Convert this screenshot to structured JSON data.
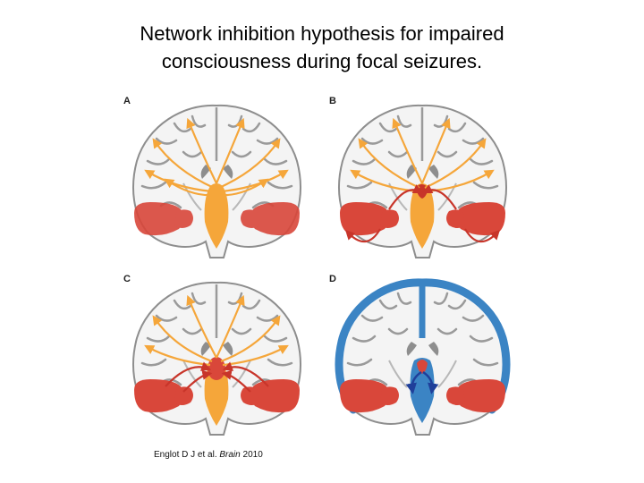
{
  "title": {
    "line1": "Network inhibition hypothesis for impaired",
    "line2": "consciousness during focal seizures."
  },
  "panels": [
    {
      "label": "A",
      "variant": "normal"
    },
    {
      "label": "B",
      "variant": "temporal-seizure"
    },
    {
      "label": "C",
      "variant": "subcortical-inhibition"
    },
    {
      "label": "D",
      "variant": "cortical-depression"
    }
  ],
  "citation": {
    "authors": "Englot D J et al.",
    "journal": "Brain",
    "year": "2010"
  },
  "colors": {
    "brain_tissue": "#f4f4f4",
    "sulci": "#9a9a9a",
    "orange_network": "#f5a63a",
    "seizure_red": "#d9473a",
    "inhibition_blue": "#3b84c4",
    "blue_arrow": "#1f3f9a"
  }
}
